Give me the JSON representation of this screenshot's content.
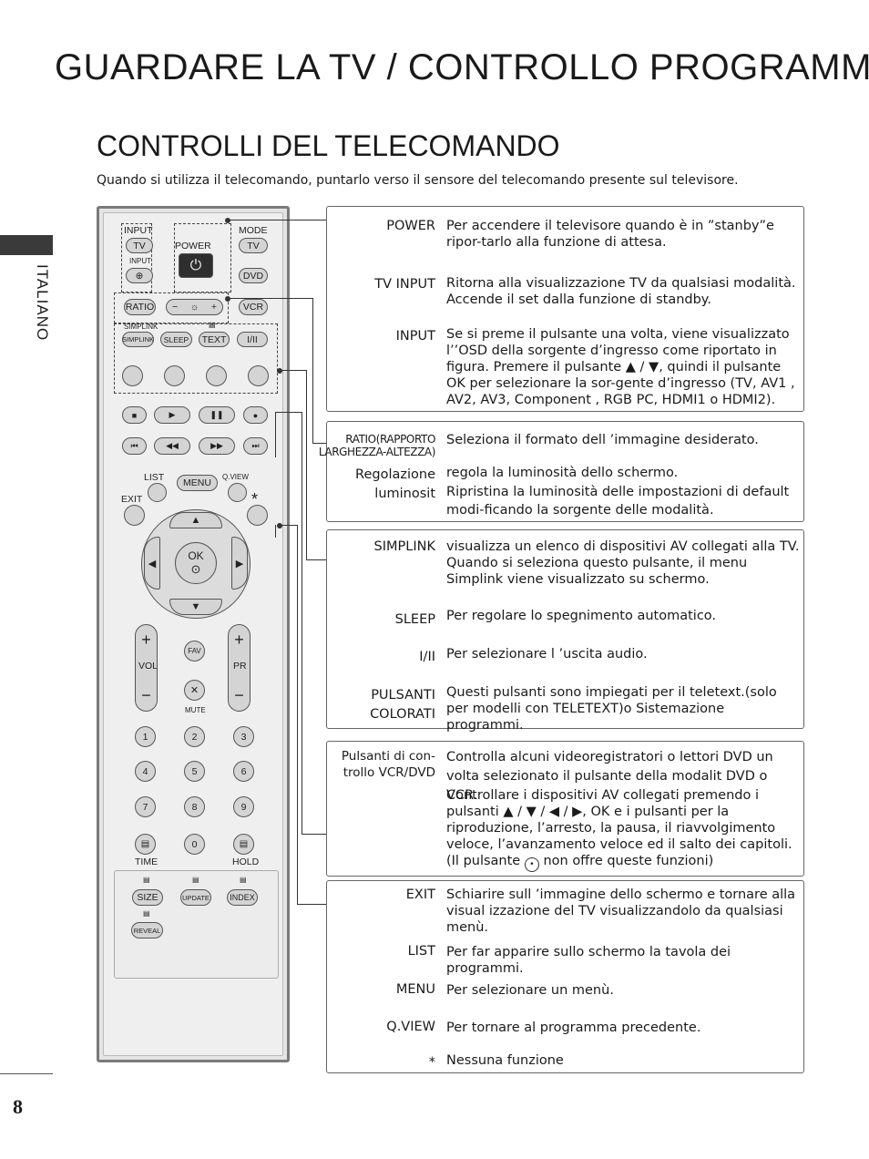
{
  "page_title": "GUARDARE LA TV / CONTROLLO PROGRAMMI",
  "section_title": "CONTROLLI DEL TELECOMANDO",
  "intro": "Quando si utilizza il telecomando, puntarlo verso il sensore del telecomando presente sul televisore.",
  "side_label": "ITALIANO",
  "page_number": "8",
  "remote": {
    "input": "INPUT",
    "tv": "TV",
    "input_small": "INPUT",
    "power": "POWER",
    "mode": "MODE",
    "tv2": "TV",
    "dvd": "DVD",
    "ratio": "RATIO",
    "minus": "−",
    "plus": "+",
    "vcr": "VCR",
    "simplink_logo": "SIMPLINK",
    "simplink": "SIMPLINK",
    "sleep": "SLEEP",
    "text": "TEXT",
    "i_ii": "I/II",
    "list": "LIST",
    "menu": "MENU",
    "qview": "Q.VIEW",
    "exit": "EXIT",
    "star": "*",
    "ok": "OK",
    "vol": "VOL",
    "pr": "PR",
    "fav": "FAV",
    "mute": "MUTE",
    "digits": [
      "1",
      "2",
      "3",
      "4",
      "5",
      "6",
      "7",
      "8",
      "9",
      "0"
    ],
    "time": "TIME",
    "hold": "HOLD",
    "size": "SIZE",
    "update": "UPDATE",
    "index": "INDEX",
    "reveal": "REVEAL"
  },
  "box1": {
    "power_label": "POWER",
    "power_desc": "Per accendere il televisore quando è in ”stanby”e ripor-tarlo alla funzione di attesa.",
    "tvinput_label": "TV INPUT",
    "tvinput_desc": "Ritorna alla visualizzazione TV da qualsiasi modalità. Accende il set dalla funzione di standby.",
    "input_label": "INPUT",
    "input_desc": "Se si preme il pulsante una volta, viene visualizzato l’’OSD della sorgente d’ingresso come riportato in figura. Premere il pulsante ▲ / ▼, quindi il pulsante OK per selezionare la sor-gente d’ingresso  (TV, AV1 , AV2, AV3, Component , RGB PC, HDMI1 o HDMI2)."
  },
  "box2": {
    "ratio_label_1": "RATIO(RAPPORTO",
    "ratio_label_2": "LARGHEZZA-ALTEZZA)",
    "ratio_desc": "Seleziona il formato dell ’immagine desiderato.",
    "lum_label_1": "Regolazione",
    "lum_label_2": "luminosit",
    "lum_desc_1": "regola la luminosità dello schermo.",
    "lum_desc_2": "Ripristina la luminosità delle impostazioni di default modi-ficando la sorgente delle modalità."
  },
  "box3": {
    "simplink_label": "SIMPLINK",
    "simplink_desc": "visualizza un elenco di dispositivi AV collegati alla TV. Quando si seleziona questo pulsante, il menu Simplink viene visualizzato su schermo.",
    "sleep_label": "SLEEP",
    "sleep_desc": "Per regolare lo spegnimento automatico.",
    "iii_label": "I/II",
    "iii_desc": "Per selezionare l ’uscita audio.",
    "color_label_1": "PULSANTI",
    "color_label_2": "COLORATI",
    "color_desc": "Questi pulsanti sono impiegati per il teletext.(solo per modelli con TELETEXT)o Sistemazione programmi."
  },
  "box4": {
    "vcr_label_1": "Pulsanti di con-",
    "vcr_label_2": "trollo VCR/DVD",
    "vcr_desc_1": "Controlla alcuni videoregistratori o lettori DVD un volta selezionato il pulsante della modalit DVD o VCR.",
    "vcr_desc_2": "Controllare i dispositivi AV collegati premendo i pulsanti ▲ / ▼ / ◀ / ▶, OK e i pulsanti per la riproduzione, l’arresto, la pausa, il riavvolgimento veloce, l’avanzamento veloce ed il salto dei capitoli.",
    "vcr_desc_3a": "(Il pulsante",
    "vcr_desc_3b": "non offre queste funzioni)"
  },
  "box5": {
    "exit_label": "EXIT",
    "exit_desc": "Schiarire sull ’immagine dello schermo e tornare alla visual izzazione del TV visualizzandolo da qualsiasi menù.",
    "list_label": "LIST",
    "list_desc": "Per far apparire sullo schermo la tavola dei programmi.",
    "menu_label": "MENU",
    "menu_desc": "Per selezionare un menù.",
    "qview_label": "Q.VIEW",
    "qview_desc": "Per tornare al programma precedente.",
    "star_label": "*",
    "star_desc": "Nessuna funzione"
  }
}
